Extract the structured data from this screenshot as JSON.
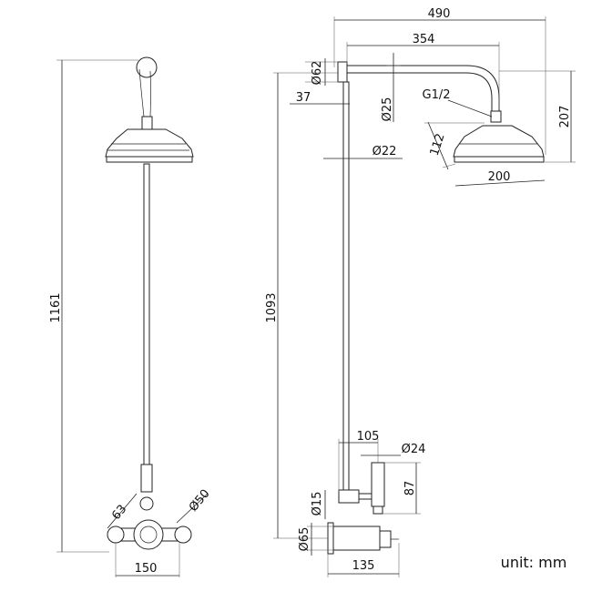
{
  "drawing": {
    "unit_note": "unit: mm",
    "dimensions": {
      "total_height": "1161",
      "bar_height": "1093",
      "arm_projection": "490",
      "arm_length": "354",
      "wall_flange_diameter": "Ø62",
      "wall_offset": "37",
      "arm_tube_diameter": "Ø25",
      "riser_diameter": "Ø22",
      "head_thread": "G1/2",
      "head_depth": "112",
      "head_drop": "207",
      "head_diameter": "200",
      "valve_offset": "105",
      "handle_diameter": "Ø24",
      "handle_height": "87",
      "valve_pipe_diameter": "Ø15",
      "valve_body_diameter": "Ø65",
      "valve_depth": "135",
      "valve_centres": "150",
      "valve_size_63": "63",
      "valve_dial_diameter": "Ø50"
    }
  }
}
